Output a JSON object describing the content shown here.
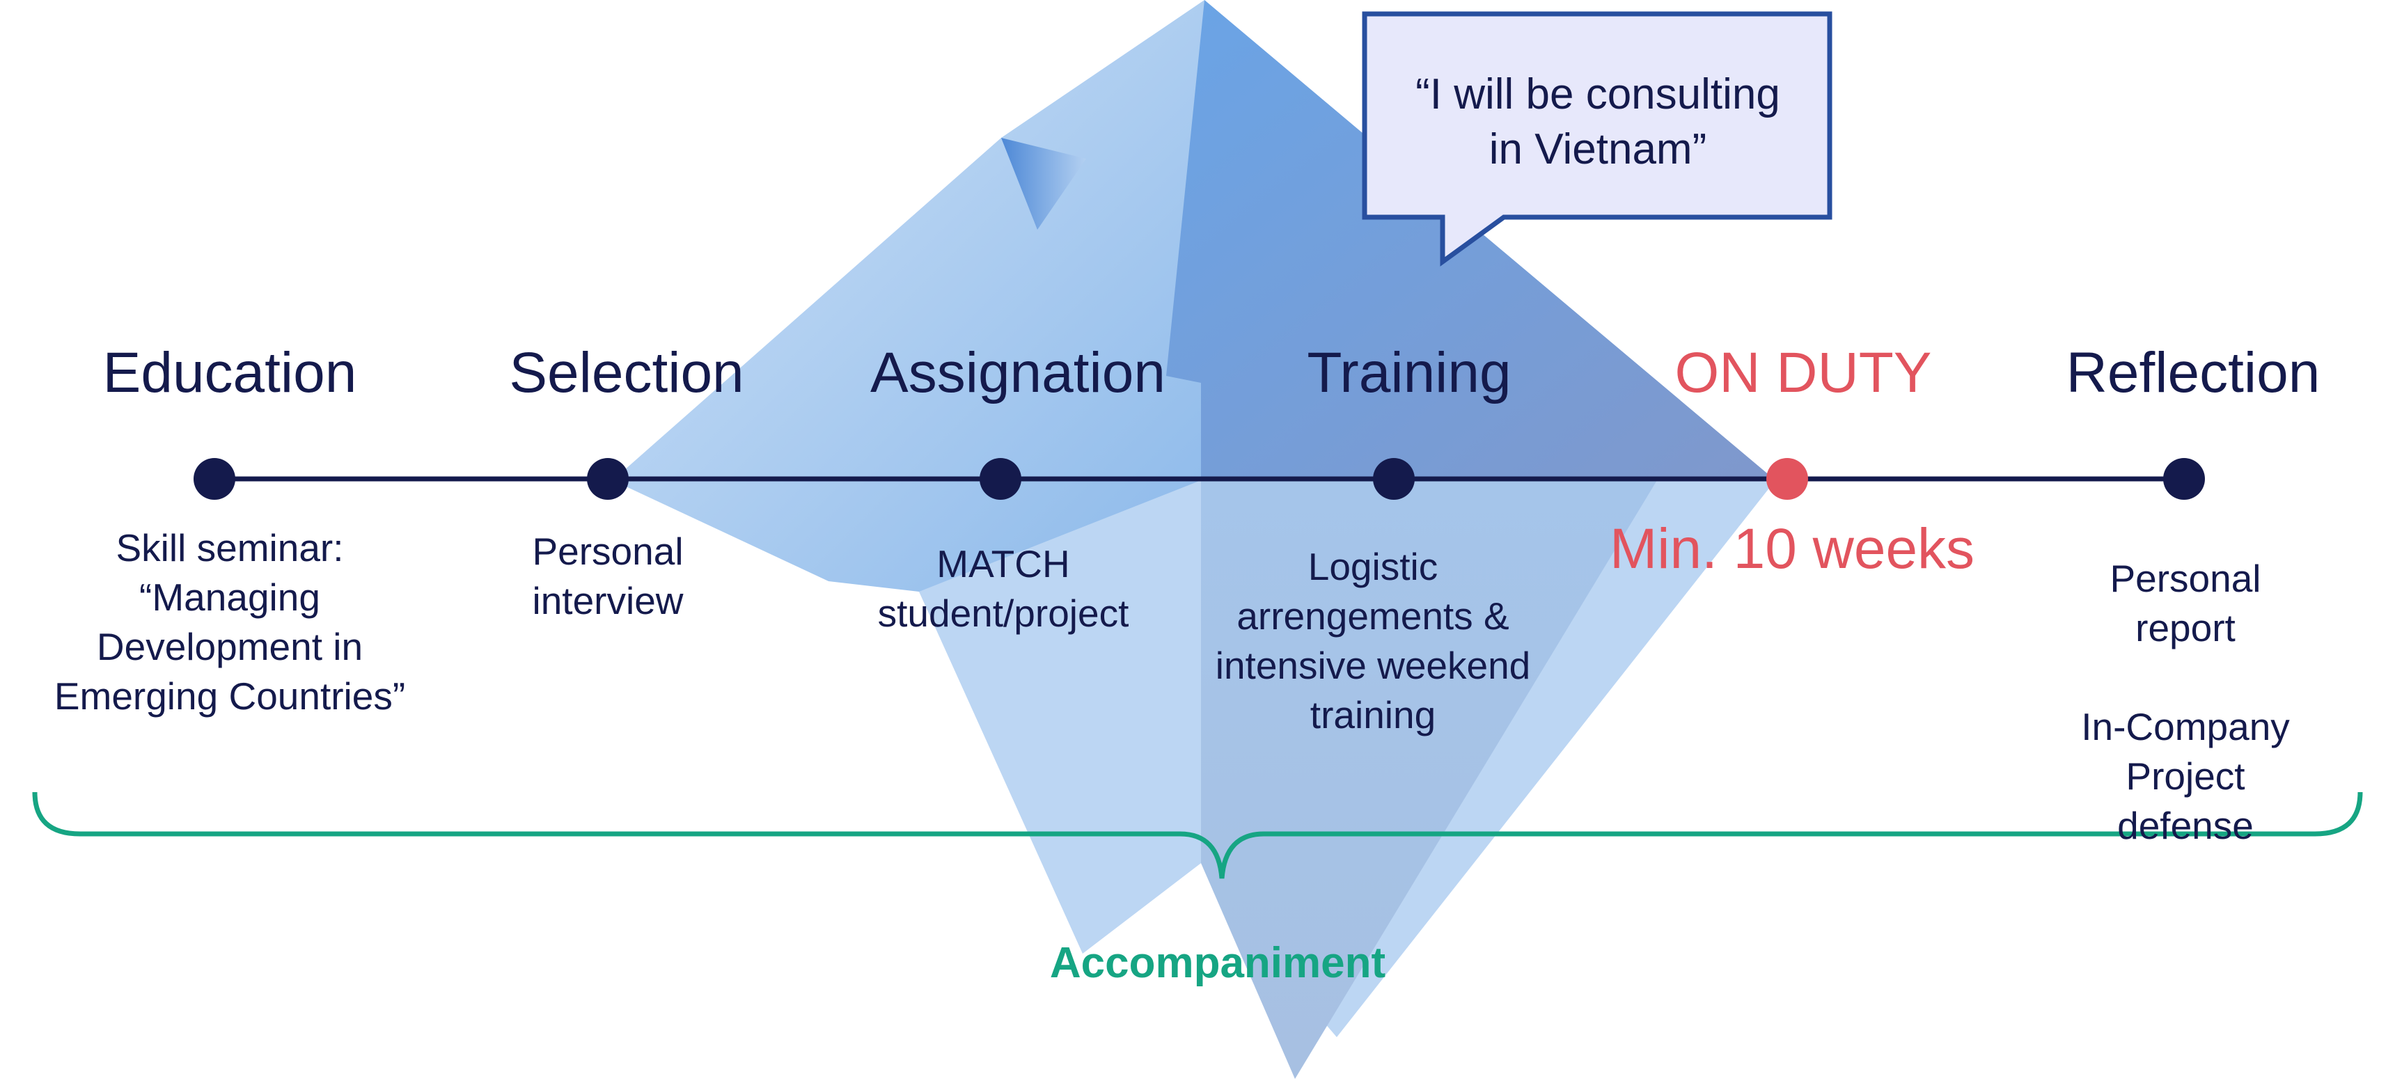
{
  "colors": {
    "navy": "#141a4c",
    "on_duty_red": "#e2545e",
    "accompaniment_green": "#16a583",
    "bubble_border": "#284f9f",
    "bubble_fill": "#e7e8fb",
    "iceberg_light": "#bcd6f3",
    "iceberg_mid": "#6ea6e4",
    "iceberg_dark": "#4d88d6"
  },
  "timeline": {
    "stages": [
      {
        "label": "Education",
        "description": "Skill seminar:\n“Managing\nDevelopment in\nEmerging Countries”"
      },
      {
        "label": "Selection",
        "description": "Personal\ninterview"
      },
      {
        "label": "Assignation",
        "description": "MATCH\nstudent/project"
      },
      {
        "label": "Training",
        "description": "Logistic\narrengements &\nintensive weekend\ntraining"
      },
      {
        "label": "ON DUTY",
        "highlight": true,
        "duration": "Min. 10 weeks"
      },
      {
        "label": "Reflection",
        "description": "Personal report\n\nIn-Company\nProject defense"
      }
    ]
  },
  "speech_bubble": {
    "text": "“I will be consulting\nin Vietnam”"
  },
  "brace": {
    "label": "Accompaniment"
  }
}
